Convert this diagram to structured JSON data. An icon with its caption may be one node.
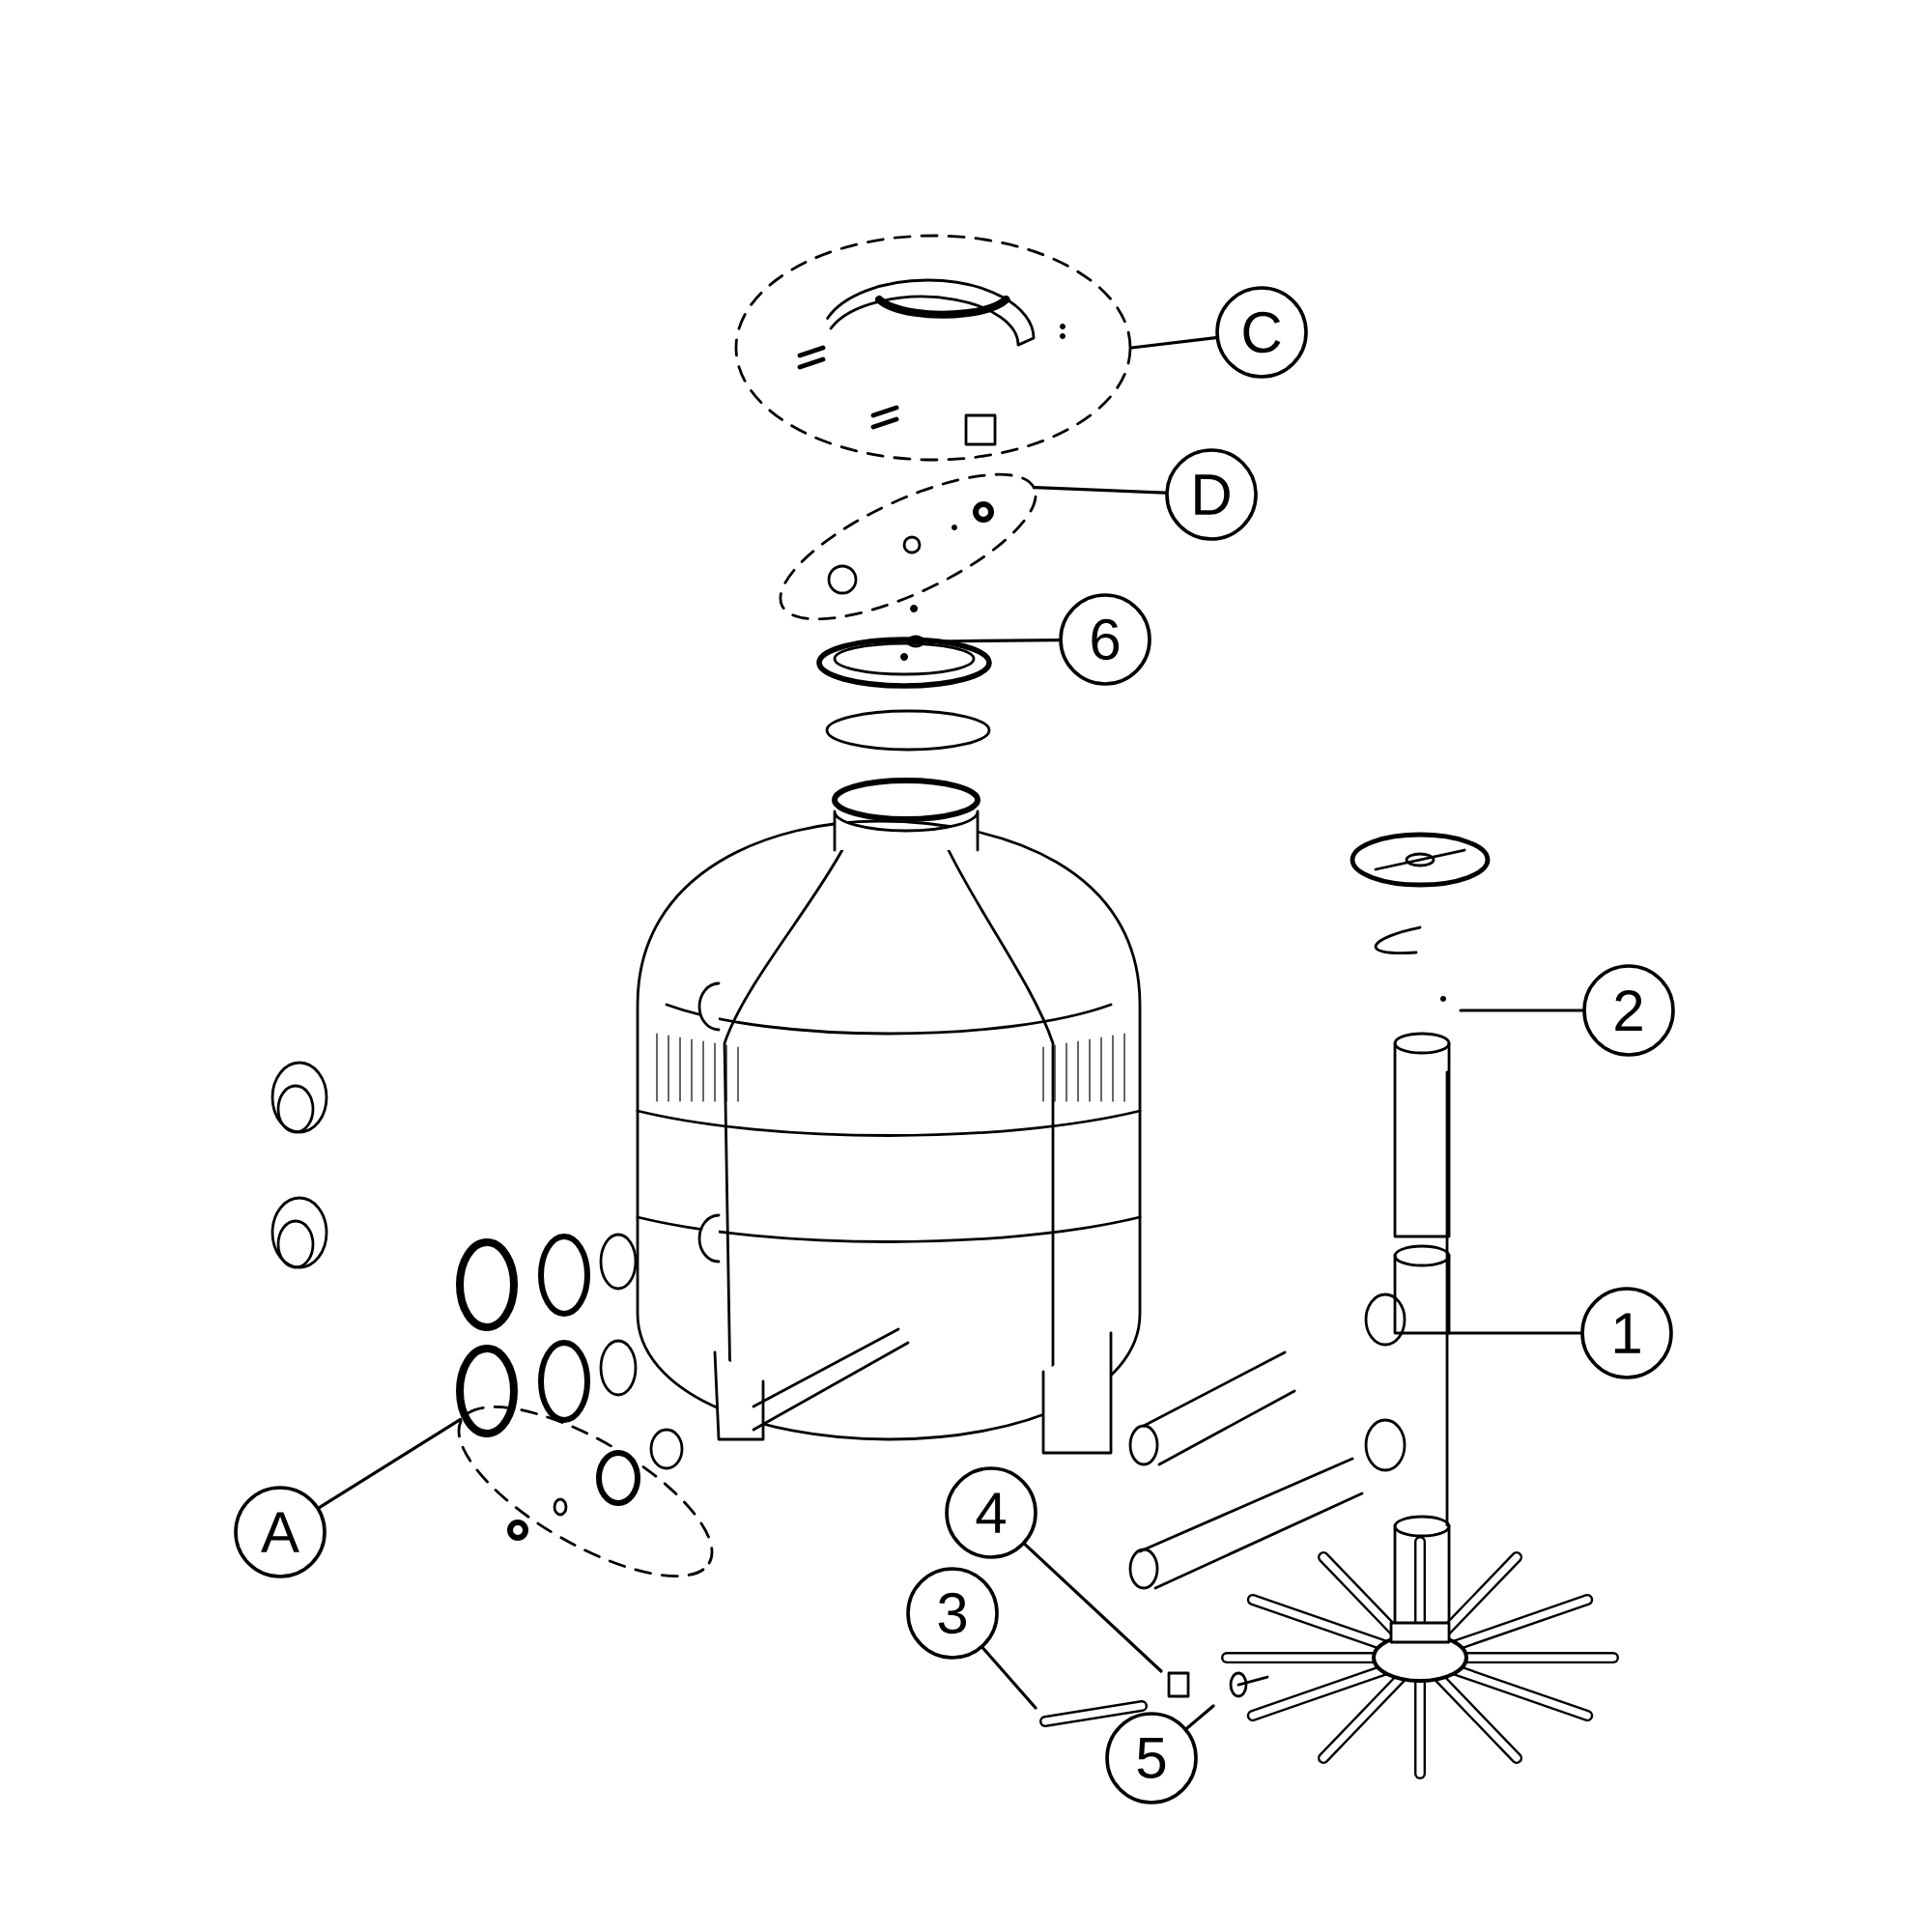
{
  "diagram": {
    "nodes": [
      {
        "text": [
          "C"
        ]
      },
      {
        "text": [],
        "shape": "ellipse"
      },
      {
        "text": [
          "D"
        ]
      },
      {
        "text": [],
        "shape": "ellipse"
      },
      {
        "text": [
          "6"
        ]
      },
      {
        "text": [
          "2"
        ]
      },
      {
        "text": [
          "1"
        ]
      },
      {
        "text": [
          "A"
        ]
      },
      {
        "text": [],
        "shape": "ellipse"
      },
      {
        "text": [
          "4"
        ]
      },
      {
        "text": [
          "3"
        ]
      },
      {
        "text": [
          "5"
        ]
      }
    ],
    "edges": [
      {
        "from": 0,
        "to": 1,
        "arrow": "none"
      },
      {
        "from": 2,
        "to": 3,
        "arrow": "none"
      },
      {
        "from": 4,
        "to": null,
        "arrow": "none"
      },
      {
        "from": 5,
        "to": null,
        "arrow": "none"
      },
      {
        "from": 6,
        "to": null,
        "arrow": "none"
      },
      {
        "from": 7,
        "to": 8,
        "arrow": "none"
      },
      {
        "from": 9,
        "to": null,
        "arrow": "none"
      },
      {
        "from": 10,
        "to": null,
        "arrow": "none"
      },
      {
        "from": 11,
        "to": null,
        "arrow": "none"
      }
    ]
  }
}
